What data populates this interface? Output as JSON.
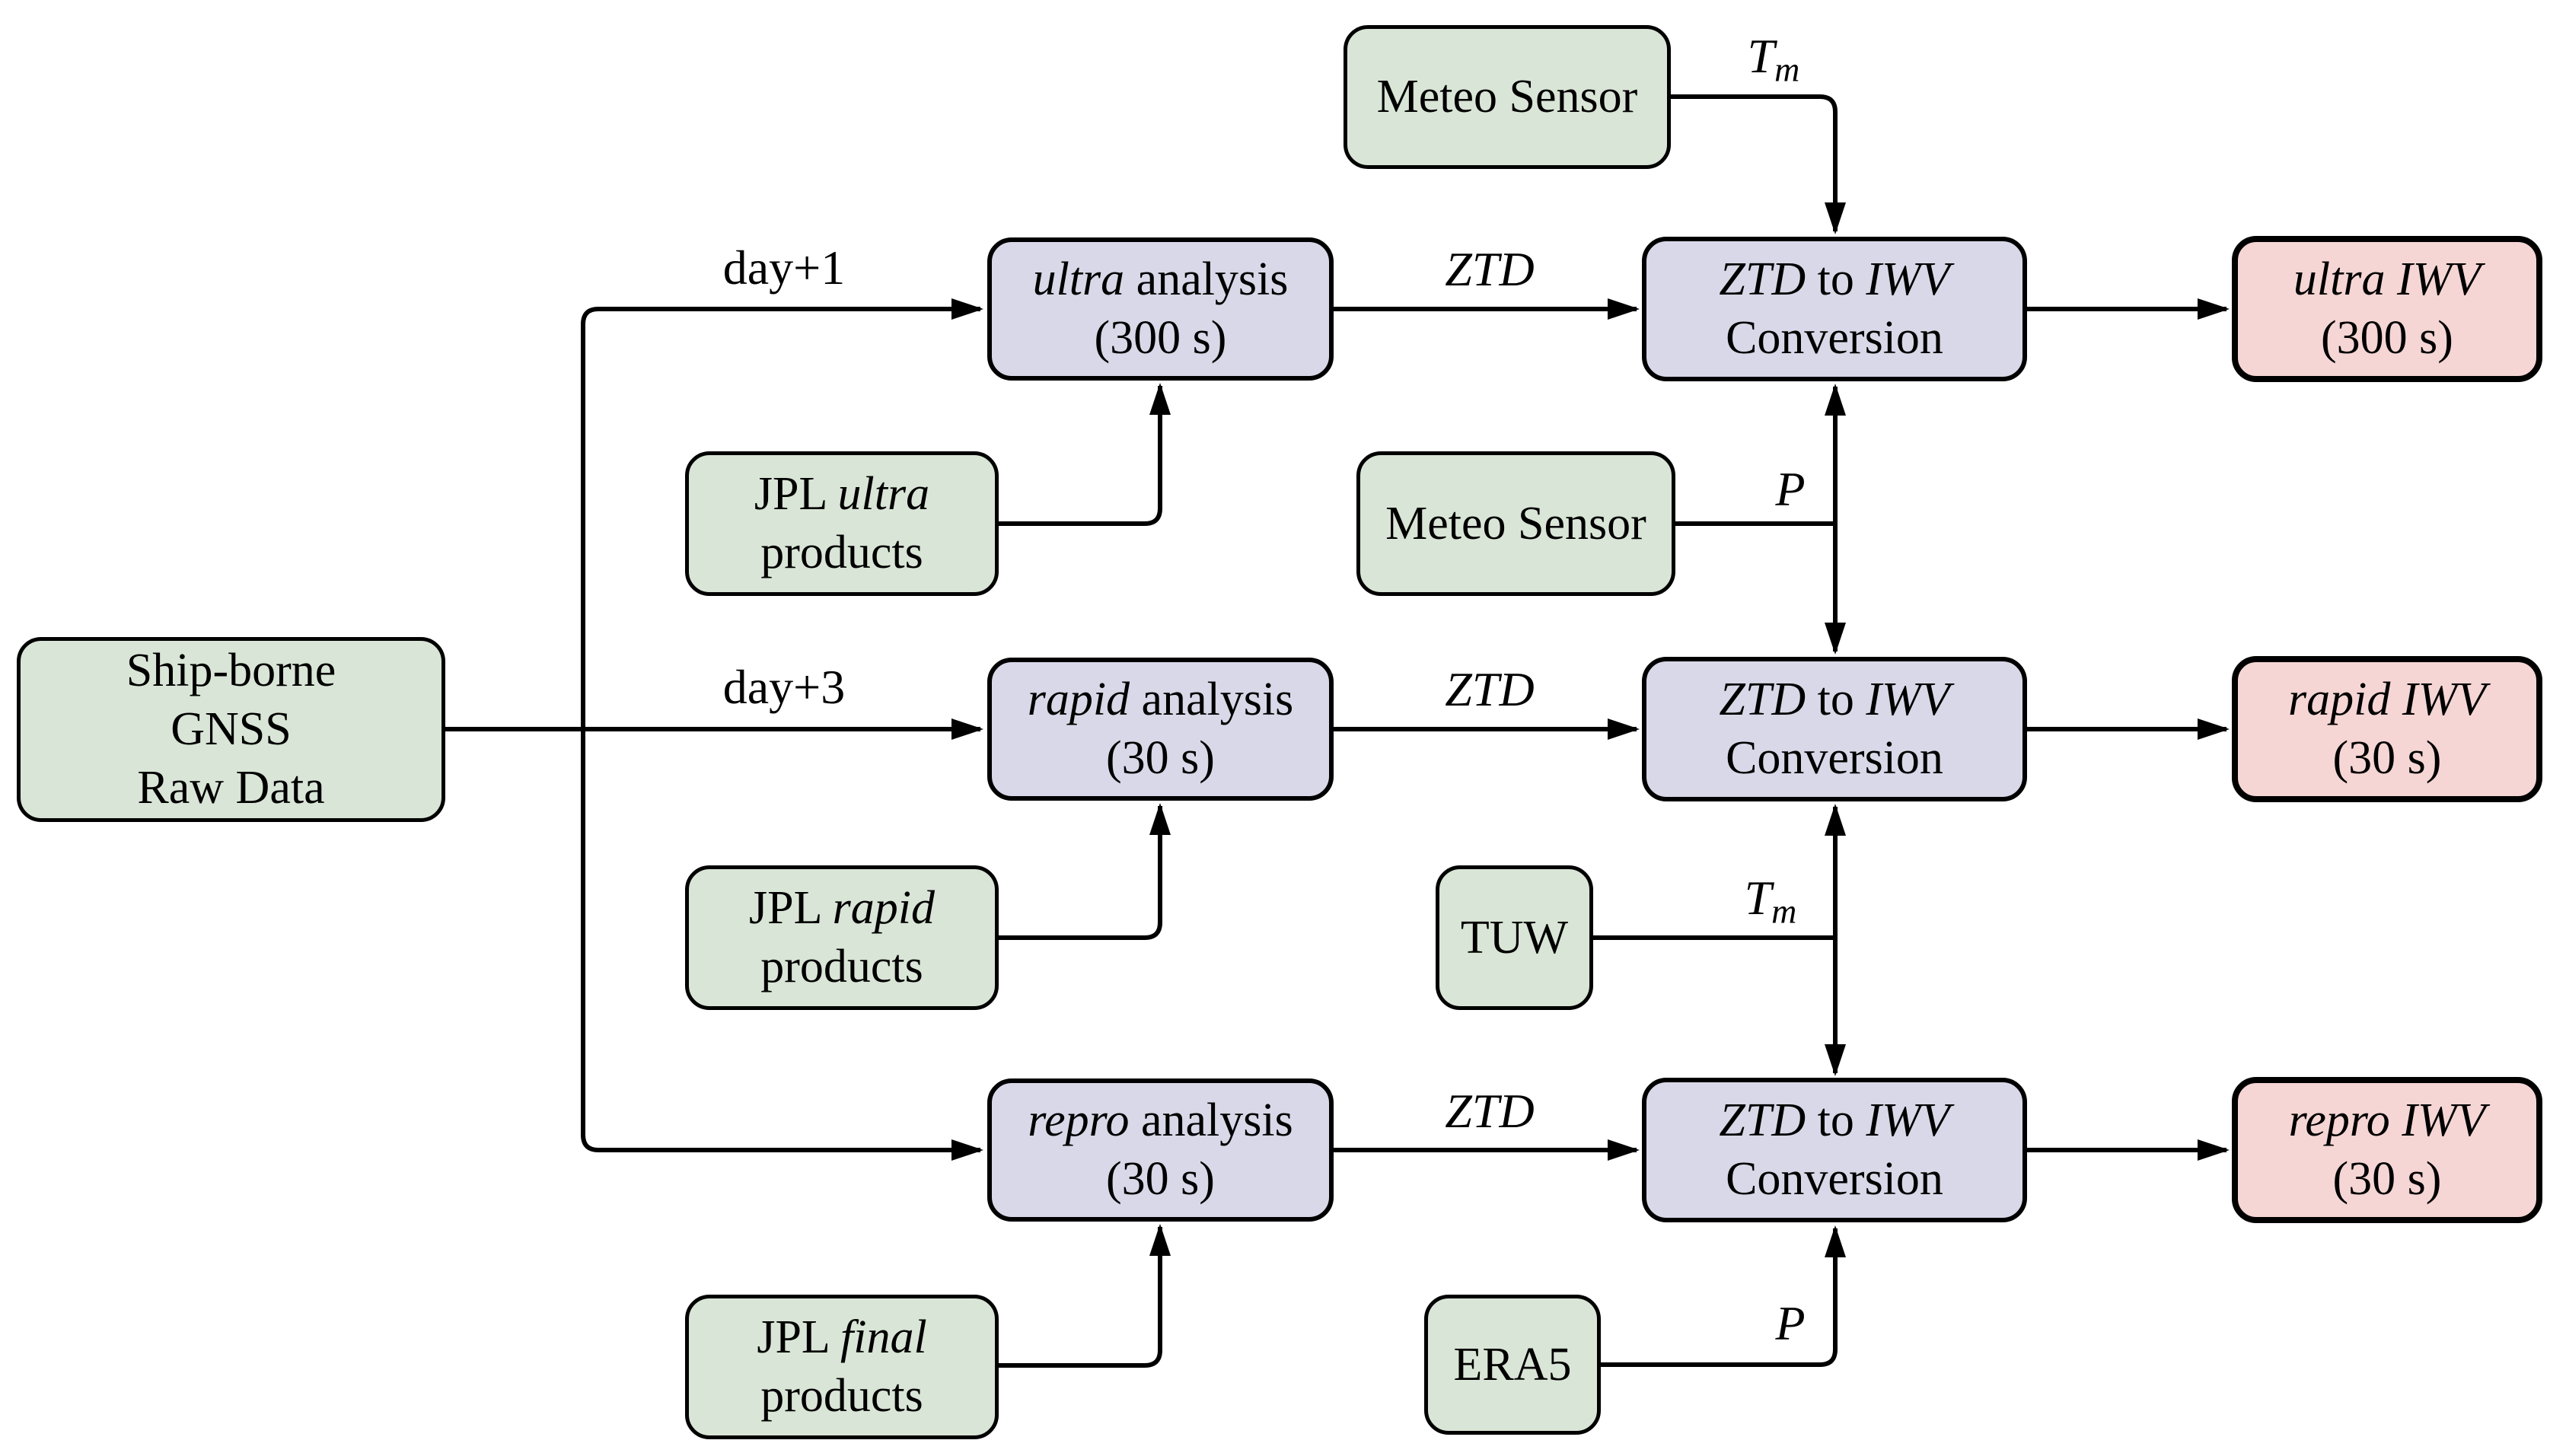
{
  "colors": {
    "node_green": "#d9e5d6",
    "node_lavender": "#d8d8e8",
    "node_pink": "#f5d6d4",
    "stroke": "#000000",
    "background": "#ffffff"
  },
  "nodes": {
    "ship": {
      "line1": "Ship-borne",
      "line2": "GNSS",
      "line3": "Raw Data"
    },
    "meteo_top": {
      "label": "Meteo Sensor"
    },
    "meteo_mid": {
      "label": "Meteo Sensor"
    },
    "tuw": {
      "label": "TUW"
    },
    "era5": {
      "label": "ERA5"
    },
    "jpl_ultra": {
      "roman": "JPL ",
      "italic": "ultra",
      "line2": "products"
    },
    "jpl_rapid": {
      "roman": "JPL ",
      "italic": "rapid",
      "line2": "products"
    },
    "jpl_final": {
      "roman": "JPL ",
      "italic": "final",
      "line2": "products"
    },
    "ultra_analysis": {
      "italic": "ultra",
      "roman": " analysis",
      "line2": "(300 s)"
    },
    "rapid_analysis": {
      "italic": "rapid",
      "roman": " analysis",
      "line2": "(30 s)"
    },
    "repro_analysis": {
      "italic": "repro",
      "roman": " analysis",
      "line2": "(30 s)"
    },
    "conv1": {
      "em1": "ZTD",
      "mid": " to ",
      "em2": "IWV",
      "line2": "Conversion"
    },
    "conv2": {
      "em1": "ZTD",
      "mid": " to ",
      "em2": "IWV",
      "line2": "Conversion"
    },
    "conv3": {
      "em1": "ZTD",
      "mid": " to ",
      "em2": "IWV",
      "line2": "Conversion"
    },
    "ultra_iwv": {
      "italic": "ultra IWV",
      "line2": "(300 s)"
    },
    "rapid_iwv": {
      "italic": "rapid IWV",
      "line2": "(30 s)"
    },
    "repro_iwv": {
      "italic": "repro IWV",
      "line2": "(30 s)"
    }
  },
  "edge_labels": {
    "day1": "day+1",
    "day3": "day+3",
    "ztd1": "ZTD",
    "ztd2": "ZTD",
    "ztd3": "ZTD",
    "tm1": {
      "base": "T",
      "sub": "m"
    },
    "tm2": {
      "base": "T",
      "sub": "m"
    },
    "p1": "P",
    "p2": "P"
  }
}
